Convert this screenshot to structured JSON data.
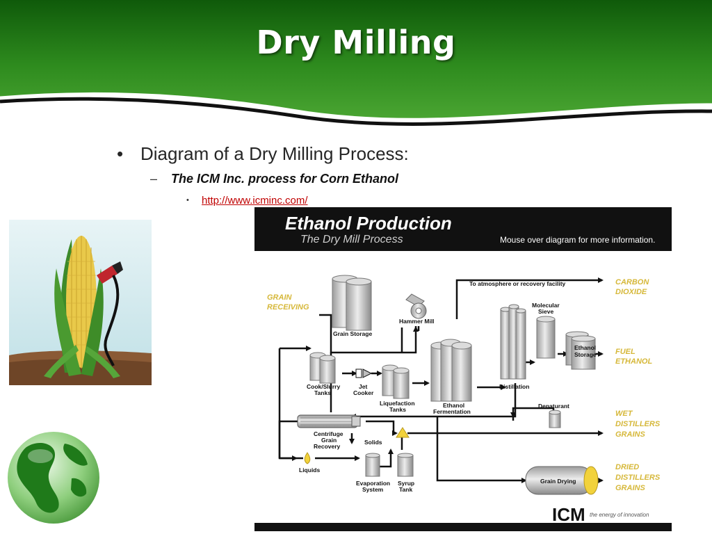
{
  "slide": {
    "title": "Dry Milling",
    "bullet1": "Diagram of a Dry Milling Process:",
    "bullet2": "The ICM Inc. process for Corn Ethanol",
    "bullet3": "http://www.icminc.com/",
    "bullet_dot": "•",
    "bullet_dash": "–"
  },
  "colors": {
    "header_green": "#2e8b1e",
    "header_dark": "#17600f",
    "link_red": "#c00000",
    "output_gold": "#d6b83a",
    "diagram_black": "#111111"
  },
  "diagram": {
    "title": "Ethanol Production",
    "subtitle": "The Dry Mill Process",
    "mouseover": "Mouse over diagram for more information.",
    "atmosphere": "To atmosphere or recovery facility",
    "grain_receiving": [
      "GRAIN",
      "RECEIVING"
    ],
    "grain_storage": "Grain Storage",
    "hammer_mill": "Hammer Mill",
    "cook_slurry": [
      "Cook/Slurry",
      "Tanks"
    ],
    "jet_cooker": [
      "Jet",
      "Cooker"
    ],
    "liquefaction": [
      "Liquefaction",
      "Tanks"
    ],
    "fermentation": [
      "Ethanol",
      "Fermentation"
    ],
    "distillation": "Distillation",
    "molecular_sieve": [
      "Molecular",
      "Sieve"
    ],
    "ethanol_storage": [
      "Ethanol",
      "Storage"
    ],
    "denaturant": "Denaturant",
    "centrifuge": [
      "Centrifuge",
      "Grain",
      "Recovery"
    ],
    "solids": "Solids",
    "liquids": "Liquids",
    "evaporation": [
      "Evaporation",
      "System"
    ],
    "syrup_tank": [
      "Syrup",
      "Tank"
    ],
    "grain_drying": "Grain Drying",
    "carbon_dioxide": [
      "CARBON",
      "DIOXIDE"
    ],
    "fuel_ethanol": [
      "FUEL",
      "ETHANOL"
    ],
    "wet_grains": [
      "WET",
      "DISTILLERS",
      "GRAINS"
    ],
    "dried_grains": [
      "DRIED",
      "DISTILLERS",
      "GRAINS"
    ],
    "icm_logo": "ICM",
    "tagline": "the energy of innovation"
  }
}
